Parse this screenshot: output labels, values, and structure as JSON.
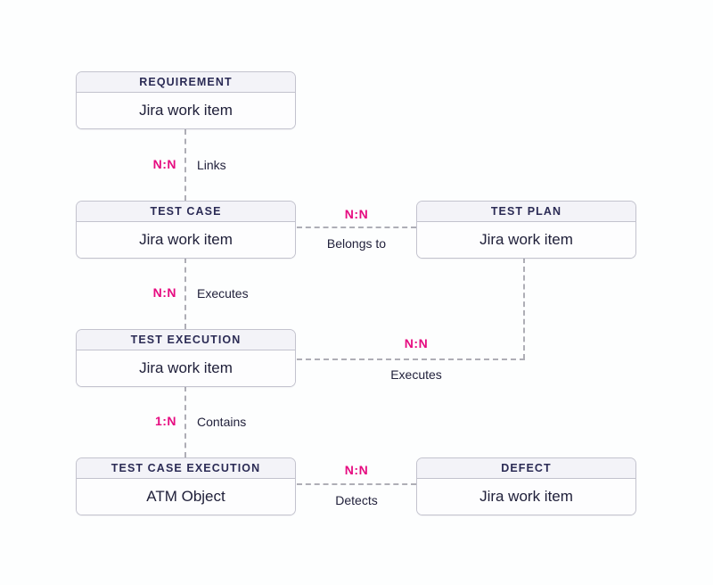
{
  "diagram": {
    "type": "entity-relationship",
    "background_color": "#fdfefe",
    "accent_color": "#e60b80",
    "line_color": "#aeaeb6",
    "entity_title_color": "#2b2b55",
    "entity_header_bg": "#f3f3f8",
    "entities": [
      {
        "id": "requirement",
        "title": "REQUIREMENT",
        "body": "Jira work item"
      },
      {
        "id": "test-case",
        "title": "TEST CASE",
        "body": "Jira work item"
      },
      {
        "id": "test-plan",
        "title": "TEST PLAN",
        "body": "Jira work item"
      },
      {
        "id": "test-execution",
        "title": "TEST EXECUTION",
        "body": "Jira work item"
      },
      {
        "id": "test-case-execution",
        "title": "TEST CASE EXECUTION",
        "body": "ATM Object"
      },
      {
        "id": "defect",
        "title": "DEFECT",
        "body": "Jira work item"
      }
    ],
    "relationships": [
      {
        "from": "requirement",
        "to": "test-case",
        "cardinality": "N:N",
        "label": "Links"
      },
      {
        "from": "test-case",
        "to": "test-plan",
        "cardinality": "N:N",
        "label": "Belongs to"
      },
      {
        "from": "test-case",
        "to": "test-execution",
        "cardinality": "N:N",
        "label": "Executes"
      },
      {
        "from": "test-plan",
        "to": "test-execution",
        "cardinality": "N:N",
        "label": "Executes"
      },
      {
        "from": "test-execution",
        "to": "test-case-execution",
        "cardinality": "1:N",
        "label": "Contains"
      },
      {
        "from": "test-case-execution",
        "to": "defect",
        "cardinality": "N:N",
        "label": "Detects"
      }
    ]
  }
}
